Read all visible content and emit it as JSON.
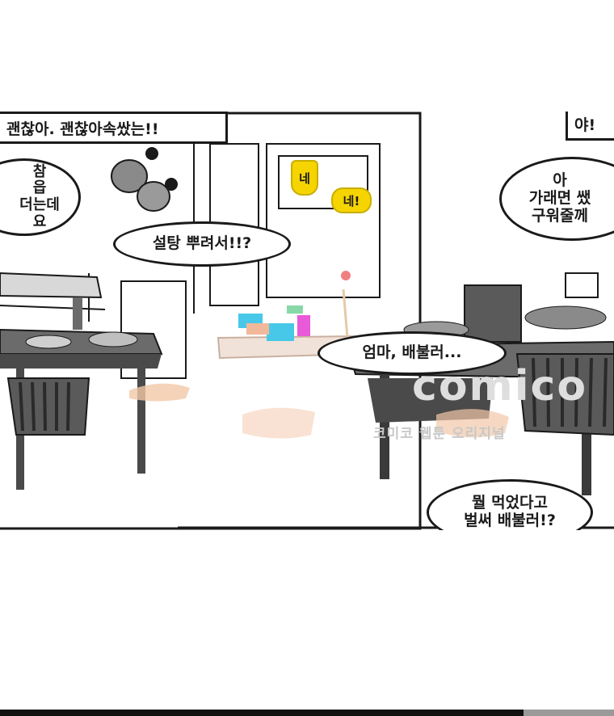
{
  "captions": {
    "top_left": "괜찮아. 괜찮아속쌌는!!",
    "top_right": "야!"
  },
  "bubbles": {
    "left_side": "참\n읍\n더는데\n요",
    "right_top": "아\n가래면 쌨\n구워줄께",
    "middle": "설탕 뿌려서!!?",
    "center": "엄마, 배불러...",
    "bottom_right": "뭘 먹었다고\n벌써 배불러!?"
  },
  "sfx": {
    "a": "네",
    "b": "네!"
  },
  "watermark": {
    "logo": "comico",
    "sub": "코미코 웹툰 오리지널"
  },
  "colors": {
    "ink": "#1a1a1a",
    "dark_gray": "#5a5a5a",
    "sfx_yellow": "#f5d400",
    "cyan": "#48c8e8",
    "pink": "#e85ad8",
    "peach": "#f2b89a"
  }
}
